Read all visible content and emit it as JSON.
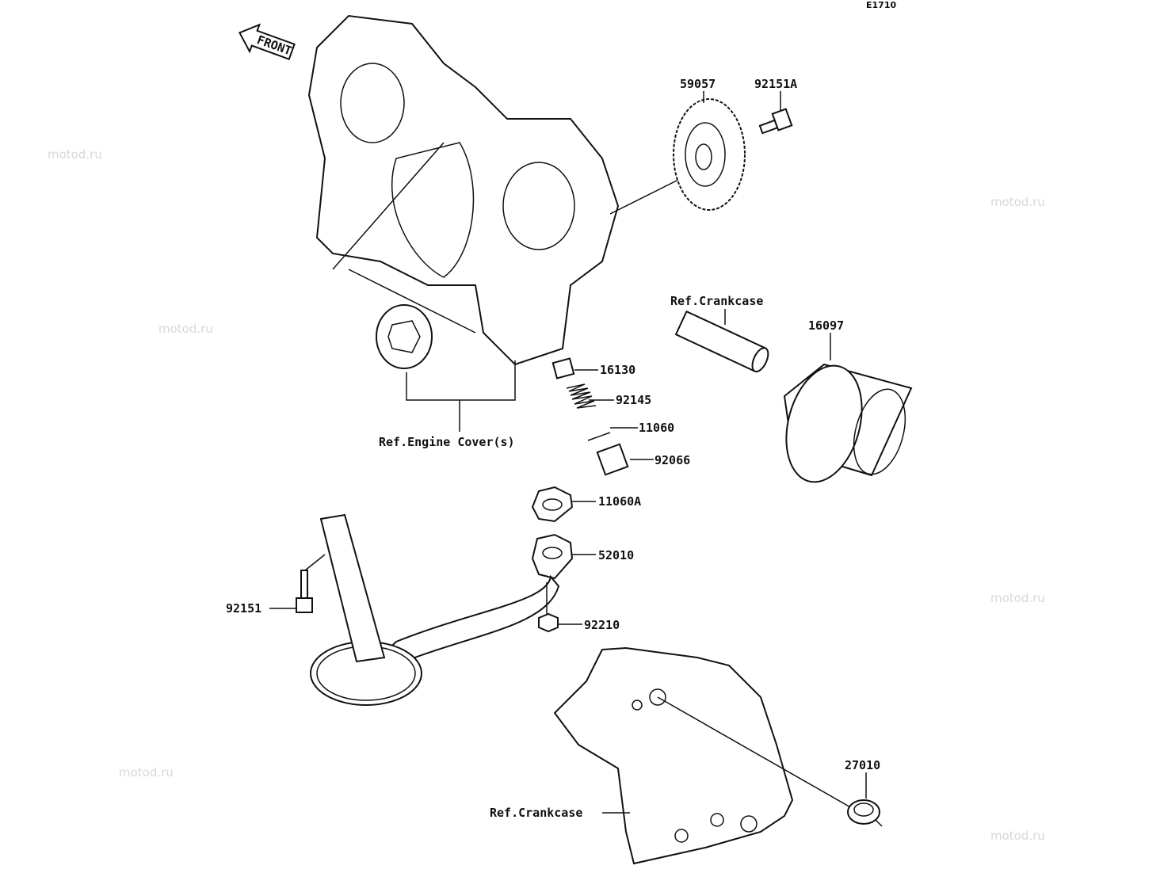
{
  "diagram_code": "E1710",
  "front_arrow": "FRONT",
  "watermark": "motod.ru",
  "parts": {
    "p59057": "59057",
    "p92151A": "92151A",
    "p16097": "16097",
    "p16130": "16130",
    "p92145": "92145",
    "p11060": "11060",
    "p92066": "92066",
    "p11060A": "11060A",
    "p52010": "52010",
    "p92210": "92210",
    "p92151": "92151",
    "p27010": "27010"
  },
  "refs": {
    "crankcase_top": "Ref.Crankcase",
    "engine_cover": "Ref.Engine Cover(s)",
    "crankcase_bottom": "Ref.Crankcase"
  }
}
